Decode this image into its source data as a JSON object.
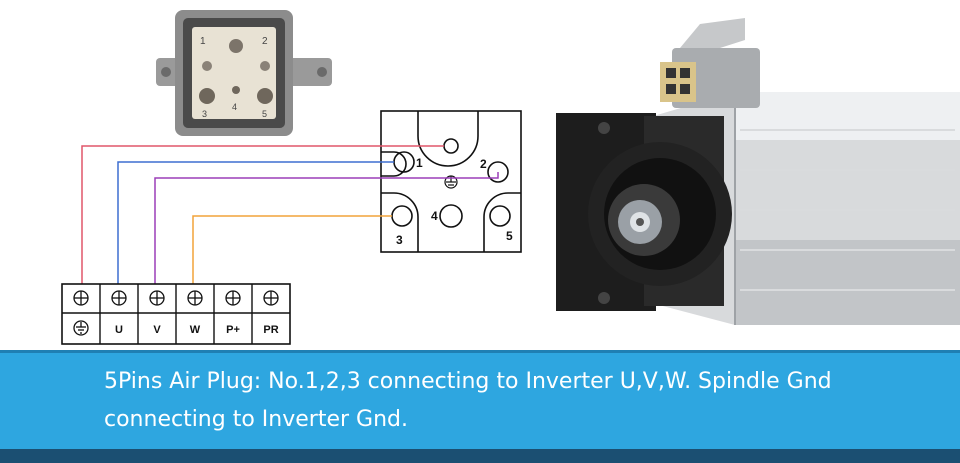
{
  "connector_photo": {
    "pin_labels": [
      "1",
      "2",
      "3",
      "4",
      "5"
    ]
  },
  "plug_face": {
    "pin_labels": [
      "1",
      "2",
      "3",
      "4",
      "5"
    ]
  },
  "terminal_block": {
    "labels": [
      "",
      "U",
      "V",
      "W",
      "P+",
      "PR"
    ],
    "ground_symbol": "ground-icon"
  },
  "wires": [
    {
      "from": "ground",
      "to": "pin-center",
      "color": "#e0566a"
    },
    {
      "from": "U",
      "to": "pin-1",
      "color": "#3d6fd1"
    },
    {
      "from": "V",
      "to": "pin-2",
      "color": "#9b3fb8"
    },
    {
      "from": "W",
      "to": "pin-3",
      "color": "#f2a33a"
    }
  ],
  "caption": {
    "line1": "5Pins Air Plug: No.1,2,3 connecting to Inverter U,V,W. Spindle Gnd",
    "line2": "connecting to Inverter Gnd."
  },
  "colors": {
    "banner": "#2ea6e0",
    "banner_dark": "#1b4f72"
  }
}
